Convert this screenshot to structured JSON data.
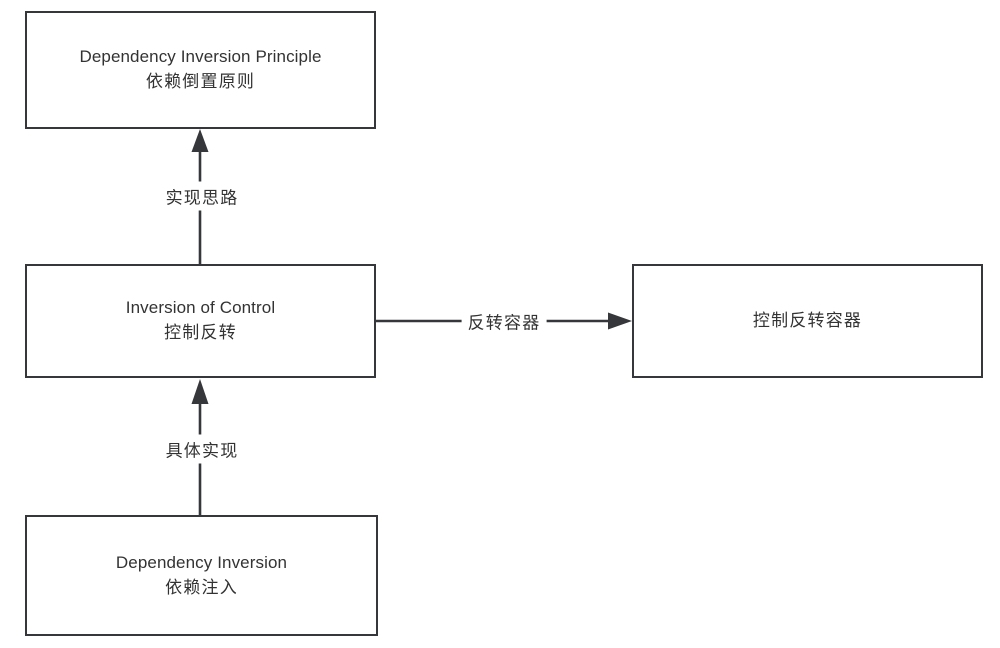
{
  "diagram": {
    "title": "Inversion of Control relationship diagram",
    "colors": {
      "border": "#36373a",
      "text": "#333333",
      "background": "#ffffff",
      "arrow": "#36373a"
    },
    "nodes": [
      {
        "id": "dependency-inversion-principle",
        "line_en": "Dependency Inversion Principle",
        "line_zh": "依赖倒置原则"
      },
      {
        "id": "inversion-of-control",
        "line_en": "Inversion of Control",
        "line_zh": "控制反转"
      },
      {
        "id": "dependency-inversion",
        "line_en": "Dependency Inversion",
        "line_zh": "依赖注入"
      },
      {
        "id": "ioc-container",
        "line_en": "",
        "line_zh": "控制反转容器"
      }
    ],
    "edges": [
      {
        "id": "ioc-to-dip",
        "label": "实现思路",
        "from": "inversion-of-control",
        "to": "dependency-inversion-principle",
        "direction": "up"
      },
      {
        "id": "di-to-ioc",
        "label": "具体实现",
        "from": "dependency-inversion",
        "to": "inversion-of-control",
        "direction": "up"
      },
      {
        "id": "ioc-to-container",
        "label": "反转容器",
        "from": "inversion-of-control",
        "to": "ioc-container",
        "direction": "right"
      }
    ]
  }
}
